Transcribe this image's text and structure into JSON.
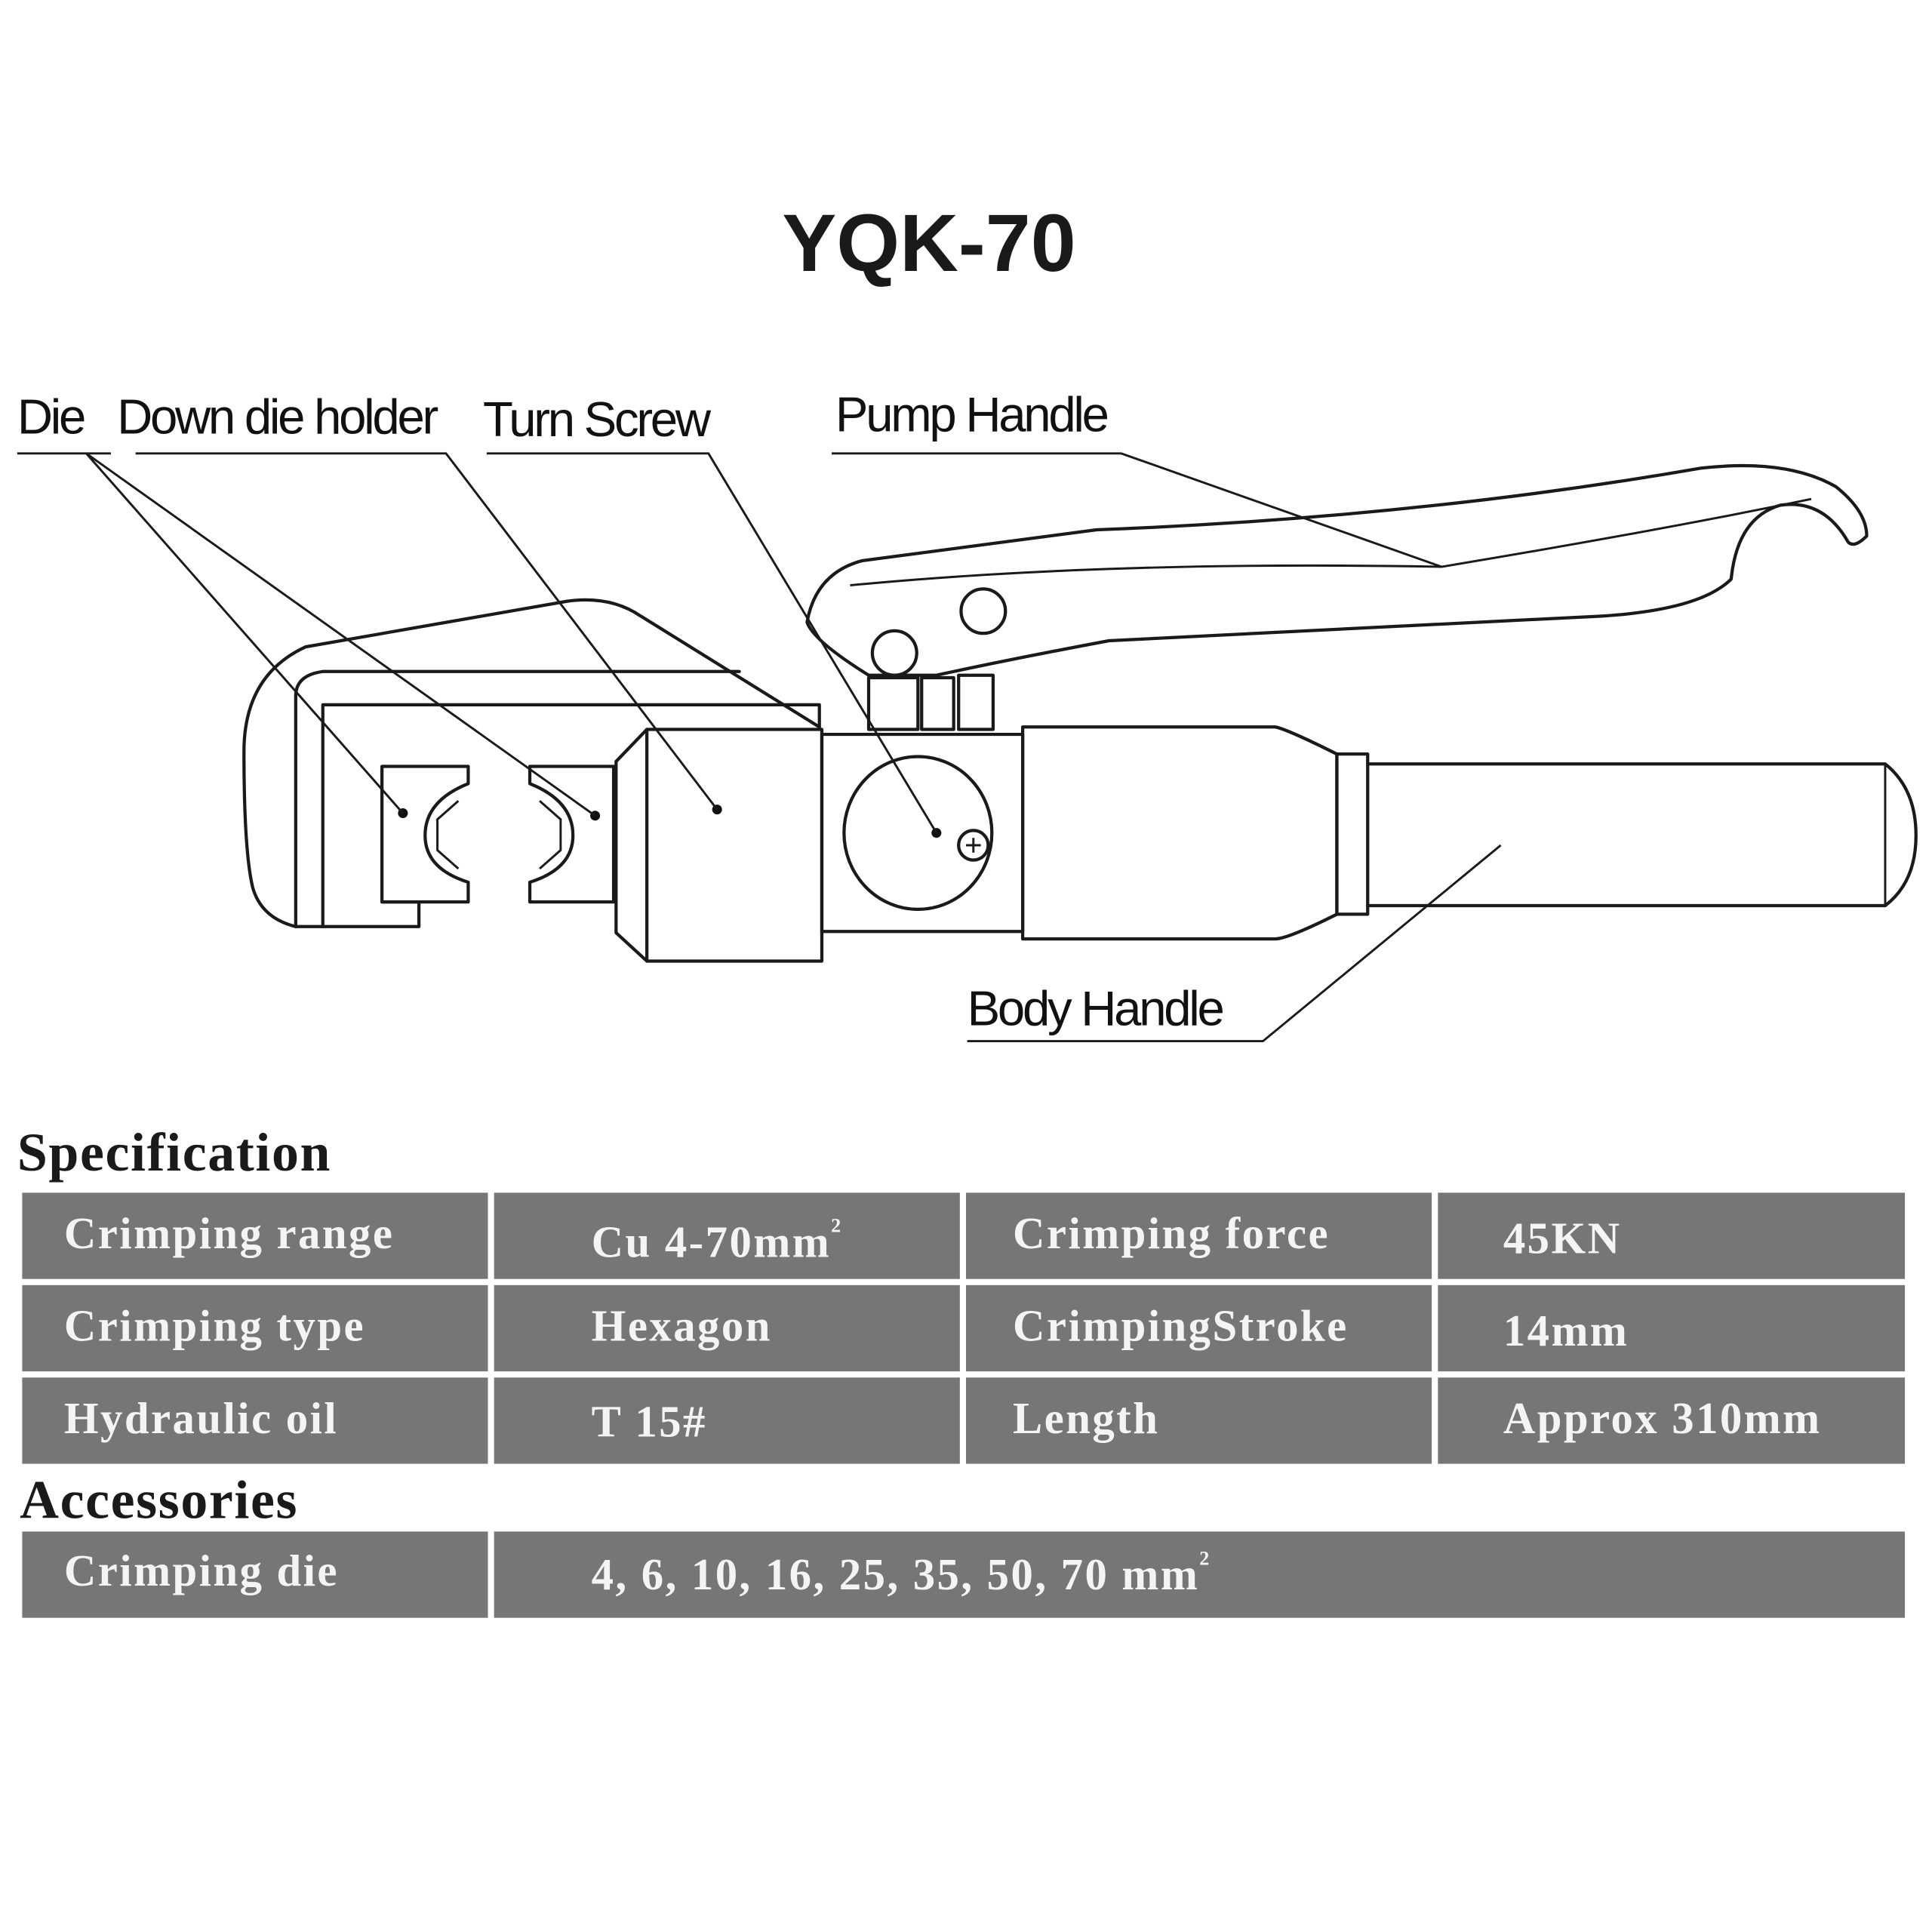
{
  "title": "YQK-70",
  "callouts": {
    "die": "Die",
    "down_die_holder": "Down die holder",
    "turn_screw": "Turn Screw",
    "pump_handle": "Pump Handle",
    "body_handle": "Body Handle"
  },
  "specification": {
    "heading": "Specification",
    "rows": [
      {
        "label1": "Crimping range",
        "value1": "Cu 4-70mm",
        "value1_sup": "2",
        "label2": "Crimping force",
        "value2": "45KN"
      },
      {
        "label1": "Crimping type",
        "value1": "Hexagon",
        "label2": "CrimpingStroke",
        "value2": "14mm"
      },
      {
        "label1": "Hydraulic oil",
        "value1": "T 15#",
        "label2": "Length",
        "value2": "Approx 310mm"
      }
    ]
  },
  "accessories": {
    "heading": "Accessories",
    "rows": [
      {
        "label": "Crimping die",
        "value": "4, 6, 10, 16, 25, 35, 50, 70 mm",
        "value_sup": "2"
      }
    ]
  },
  "colors": {
    "cell_bg": "#767676",
    "cell_text": "#f4f4f4"
  }
}
